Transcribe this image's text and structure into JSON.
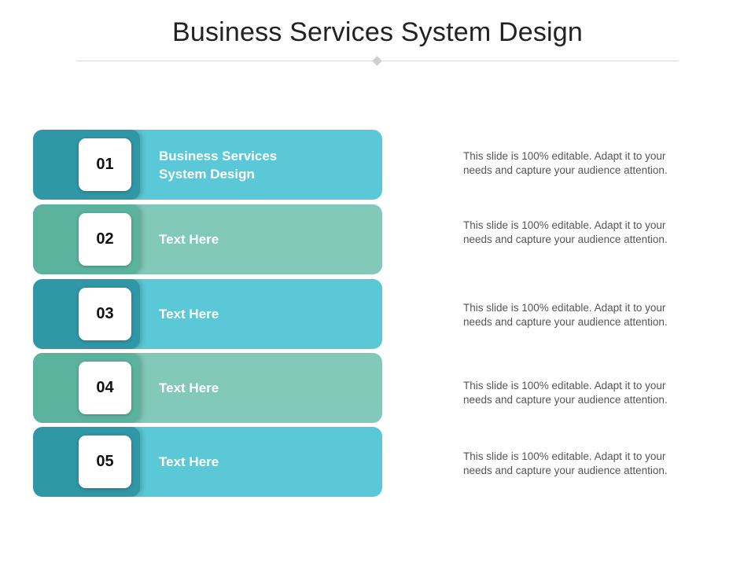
{
  "title": "Business Services System Design",
  "rows": [
    {
      "number": "01",
      "label": "Business Services\nSystem Design",
      "description": "This slide is 100% editable. Adapt it to your\nneeds and capture your audience attention."
    },
    {
      "number": "02",
      "label": "Text Here",
      "description": "This slide is 100% editable. Adapt it to your\nneeds and capture your audience attention."
    },
    {
      "number": "03",
      "label": "Text Here",
      "description": "This slide is 100% editable. Adapt it to your\nneeds and capture your audience attention."
    },
    {
      "number": "04",
      "label": "Text Here",
      "description": "This slide is 100% editable. Adapt it to your\nneeds and capture your audience attention."
    },
    {
      "number": "05",
      "label": "Text Here",
      "description": "This slide is 100% editable. Adapt it to your\nneeds and capture your audience attention."
    }
  ],
  "colors": {
    "blue_band": "#5ac8d6",
    "blue_tab": "#2f97a6",
    "green_band": "#82c9b9",
    "green_tab": "#5bb39e"
  }
}
